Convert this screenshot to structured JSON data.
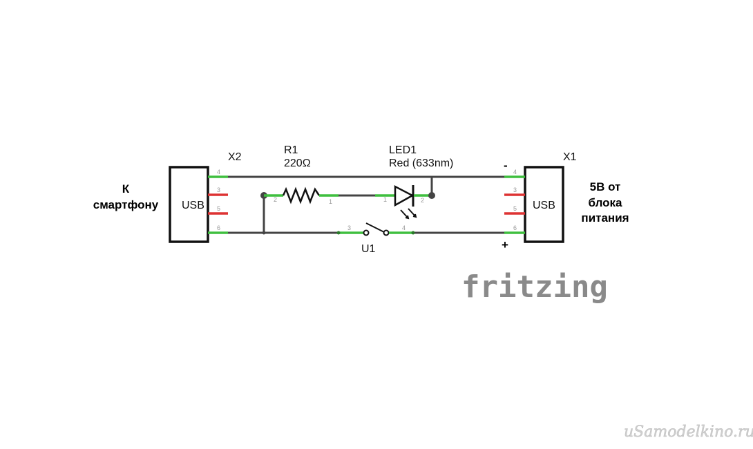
{
  "connectors": {
    "x2": {
      "ref": "X2",
      "body": "USB",
      "pins": [
        "4",
        "3",
        "5",
        "6"
      ],
      "caption": [
        "К",
        "смартфону"
      ]
    },
    "x1": {
      "ref": "X1",
      "body": "USB",
      "pins": [
        "4",
        "3",
        "5",
        "6"
      ],
      "caption": [
        "5В от",
        "блока",
        "питания"
      ]
    }
  },
  "resistor": {
    "ref": "R1",
    "value": "220Ω",
    "pins": [
      "2",
      "1"
    ]
  },
  "led": {
    "ref": "LED1",
    "value": "Red (633nm)",
    "pins": [
      "1",
      "2"
    ]
  },
  "switch": {
    "ref": "U1",
    "pins": [
      "3",
      "4"
    ]
  },
  "polarity": {
    "minus": "-",
    "plus": "+"
  },
  "logo": "fritzing",
  "watermark": "uSamodelkino.ru",
  "colors": {
    "wire": "#444444",
    "pin_connected": "#3fbf3f",
    "pin_unconnected": "#dd3333",
    "logo": "#8a8a8a"
  }
}
